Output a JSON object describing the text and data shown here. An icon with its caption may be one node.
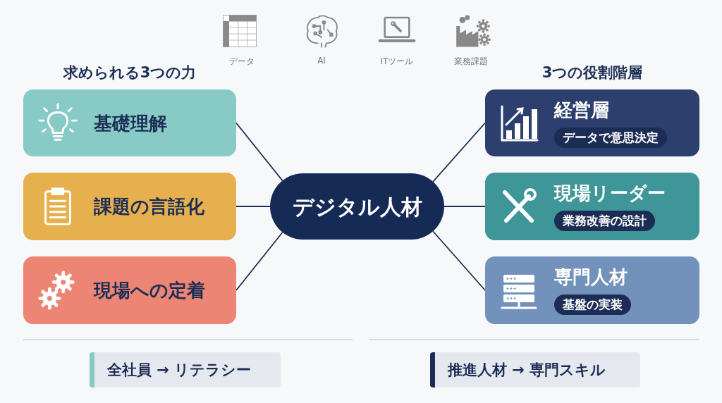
{
  "diagram": {
    "nodes": [
      {
        "text": [
          "基礎理解"
        ]
      },
      {
        "text": [
          "課題の言語化"
        ]
      },
      {
        "text": [
          "現場への定着"
        ]
      },
      {
        "text": [
          "デジタル人材"
        ]
      },
      {
        "text": [
          "経営層",
          "データで意思決定"
        ]
      },
      {
        "text": [
          "現場リーダー",
          "業務改善の設計"
        ]
      },
      {
        "text": [
          "専門人材",
          "基盤の実装"
        ]
      },
      {
        "text": [
          "全社員 → リテラシー"
        ]
      },
      {
        "text": [
          "推進人材 → 専門スキル"
        ]
      }
    ],
    "edges": [
      {
        "from": 3,
        "to": 0,
        "arrow": "none"
      },
      {
        "from": 3,
        "to": 1,
        "arrow": "none"
      },
      {
        "from": 3,
        "to": 2,
        "arrow": "none"
      },
      {
        "from": 3,
        "to": 4,
        "arrow": "none"
      },
      {
        "from": 3,
        "to": 5,
        "arrow": "none"
      },
      {
        "from": 3,
        "to": 6,
        "arrow": "none"
      }
    ],
    "labels": [
      "データ",
      "AI",
      "ITツール",
      "業務課題",
      "求められる3つの力",
      "3つの役割階層"
    ]
  }
}
